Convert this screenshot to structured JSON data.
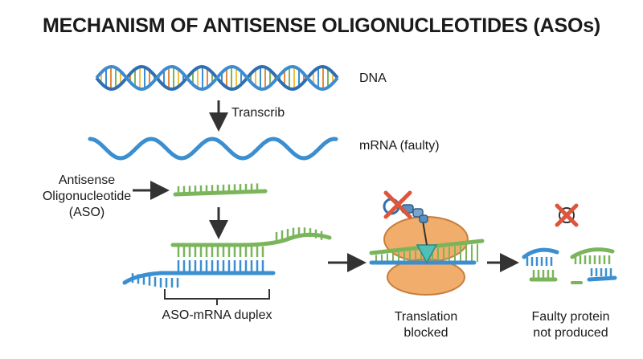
{
  "title": "MECHANISM OF ANTISENSE OLIGONUCLEOTIDES (ASOs)",
  "labels": {
    "dna": "DNA",
    "transcrib": "Transcrib",
    "mrna": "mRNA (faulty)",
    "aso_line1": "Antisense",
    "aso_line2": "Oligonucleotide",
    "aso_line3": "(ASO)",
    "duplex": "ASO-mRNA duplex",
    "translation_line1": "Translation",
    "translation_line2": "blocked",
    "faulty_line1": "Faulty protein",
    "faulty_line2": "not produced"
  },
  "colors": {
    "mrna_blue": "#3b8fd0",
    "aso_green": "#7ab55c",
    "ribosome_orange": "#f0ad6b",
    "cross_red": "#e0553a",
    "arrow": "#333333",
    "teal": "#4fc0b8"
  }
}
